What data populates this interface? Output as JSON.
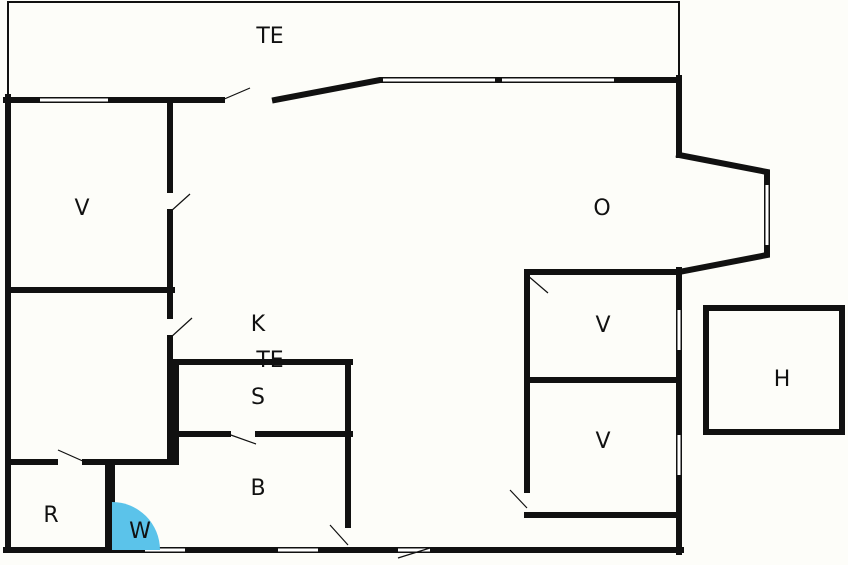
{
  "colors": {
    "background": "#fdfdf9",
    "wall": "#111111",
    "window": "#ffffff",
    "door_swing": "#111111",
    "wc_highlight": "#5bc3ea"
  },
  "rooms": {
    "terrace_top": "TE",
    "bedroom_left": "V",
    "living": "O",
    "kitchen": "K",
    "terrace_inner": "TE",
    "bedroom_right_1": "V",
    "storage_h": "H",
    "sauna": "S",
    "bedroom_right_2": "V",
    "bathroom": "B",
    "utility": "R",
    "wc": "W"
  }
}
